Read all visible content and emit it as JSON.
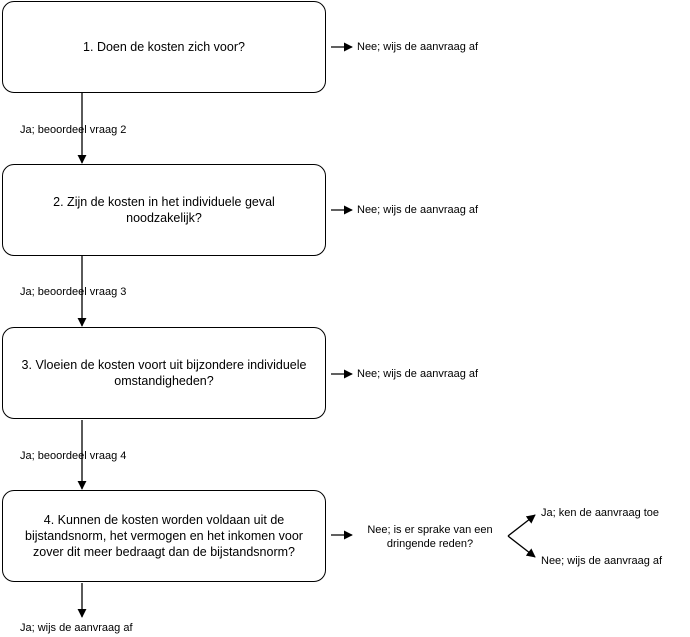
{
  "questions": [
    {
      "text": "1. Doen de kosten zich voor?",
      "no": "Nee; wijs de aanvraag af",
      "yes": "Ja; beoordeel vraag 2"
    },
    {
      "text": "2. Zijn de kosten in het individuele geval noodzakelijk?",
      "no": "Nee; wijs de aanvraag af",
      "yes": "Ja; beoordeel vraag 3"
    },
    {
      "text": "3. Vloeien de kosten voort uit bijzondere individuele omstandigheden?",
      "no": "Nee; wijs de aanvraag af",
      "yes": "Ja; beoordeel vraag 4"
    },
    {
      "text": "4. Kunnen de kosten worden voldaan uit de bijstandsnorm, het vermogen en het inkomen voor zover dit meer bedraagt dan de bijstandsnorm?",
      "no": "Nee; is er sprake van een dringende reden?",
      "yes": "Ja; wijs de aanvraag af"
    }
  ],
  "urgent_reason": {
    "yes": "Ja; ken de aanvraag toe",
    "no": "Nee; wijs de aanvraag af"
  }
}
